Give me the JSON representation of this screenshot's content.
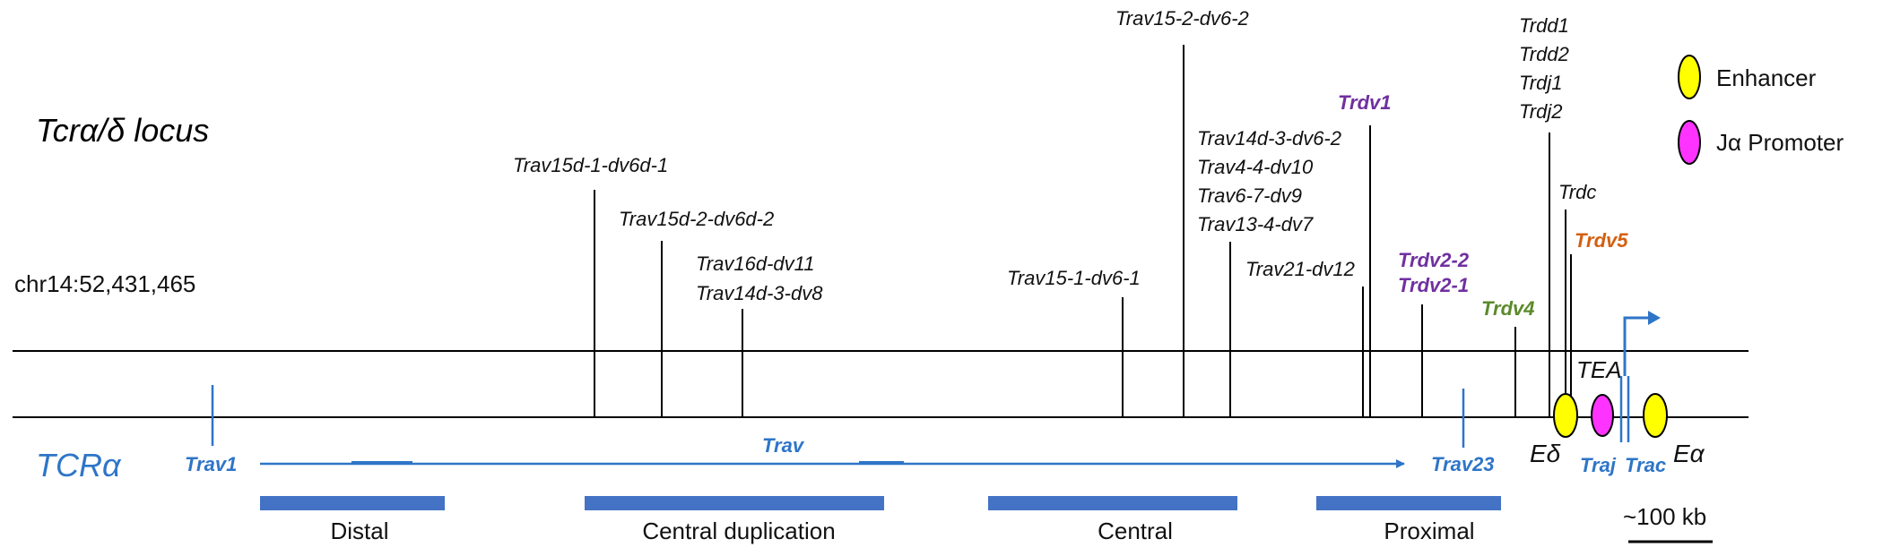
{
  "title": "Tcrα/δ locus",
  "coordinate": "chr14:52,431,465",
  "tcr_label": "TCRα",
  "legend": [
    {
      "label": "Enhancer",
      "color": "#ffff00"
    },
    {
      "label": "Jα Promoter",
      "color": "#ff33ff"
    }
  ],
  "genes_top": {
    "trav15d1": "Trav15d-1-dv6d-1",
    "trav15d2": "Trav15d-2-dv6d-2",
    "trav16d": "Trav16d-dv11",
    "trav14d3_dv8": "Trav14d-3-dv8",
    "trav15_1": "Trav15-1-dv6-1",
    "trav15_2": "Trav15-2-dv6-2",
    "trav14d3_dv62": "Trav14d-3-dv6-2",
    "trav4_4": "Trav4-4-dv10",
    "trav6_7": "Trav6-7-dv9",
    "trav13_4": "Trav13-4-dv7",
    "trav21": "Trav21-dv12",
    "trdv1": "Trdv1",
    "trdv2_2": "Trdv2-2",
    "trdv2_1": "Trdv2-1",
    "trdv4": "Trdv4",
    "trdv5": "Trdv5",
    "trdd1": "Trdd1",
    "trdd2": "Trdd2",
    "trdj1": "Trdj1",
    "trdj2": "Trdj2",
    "trdc": "Trdc"
  },
  "genes_bottom": {
    "trav1": "Trav1",
    "trav": "Trav",
    "trav23": "Trav23",
    "traj": "Traj",
    "trac": "Trac"
  },
  "elements": {
    "tea": "TEA",
    "edelta": "Eδ",
    "ealpha": "Eα"
  },
  "regions": [
    "Distal",
    "Central duplication",
    "Central",
    "Proximal"
  ],
  "scale": "~100 kb",
  "colors": {
    "blue": "#2e75c8",
    "bar": "#4472c4",
    "purple": "#7030a0",
    "green": "#5b8a2a",
    "orange": "#d45f10",
    "enhancer": "#ffff00",
    "promoter": "#ff33ff"
  }
}
